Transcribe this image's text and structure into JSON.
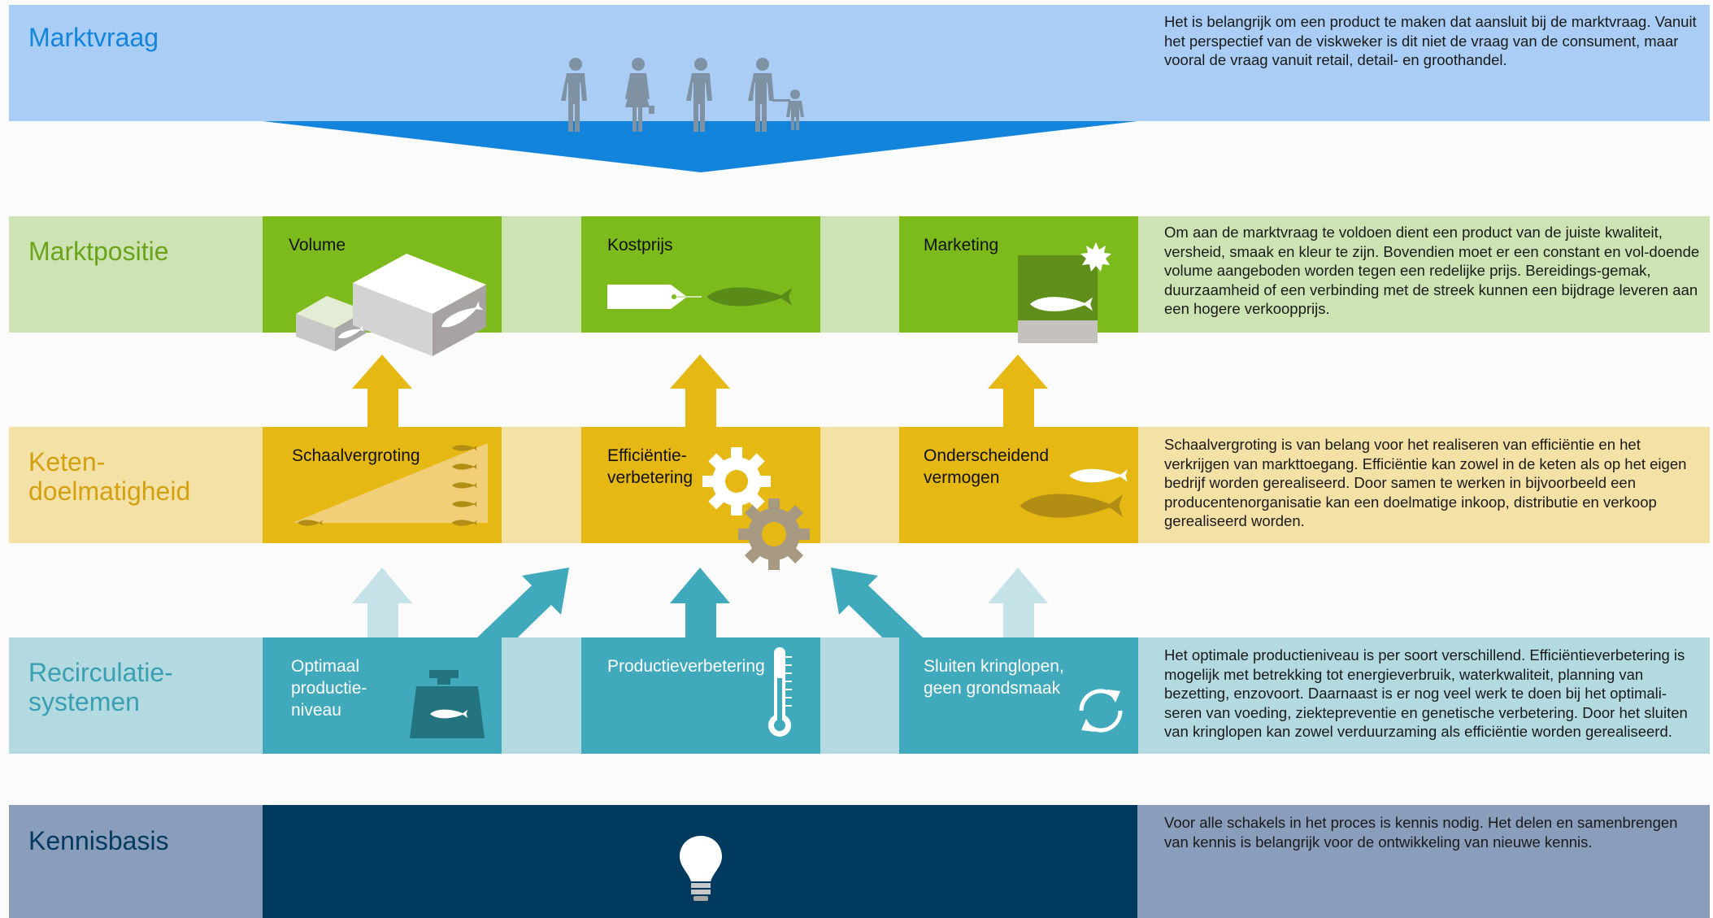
{
  "rows": {
    "marktvraag": {
      "title": "Marktvraag",
      "description": "Het is belangrijk om een product te maken dat aansluit bij de marktvraag. Vanuit het perspectief van de viskweker is dit niet de vraag van de consument, maar vooral de vraag vanuit retail, detail- en groothandel."
    },
    "marktpositie": {
      "title": "Marktpositie",
      "description": "Om aan de marktvraag te voldoen dient een product van de juiste kwaliteit, versheid, smaak en kleur te zijn. Bovendien moet er een constant en vol-doende volume aangeboden worden tegen een redelijke prijs. Bereidings-gemak, duurzaamheid of een verbinding met de streek kunnen een bijdrage leveren aan een hogere verkoopprijs.",
      "boxes": [
        "Volume",
        "Kostprijs",
        "Marketing"
      ]
    },
    "keten": {
      "title": "Keten-\ndoelmatigheid",
      "description": "Schaalvergroting is van belang voor het realiseren van efficiëntie en het verkrijgen van markttoegang. Efficiëntie kan zowel in de keten als op het eigen bedrijf worden gerealiseerd. Door samen te werken in bijvoorbeeld een producentenorganisatie kan een doelmatige inkoop, distributie en verkoop gerealiseerd worden.",
      "boxes": [
        "Schaalvergroting",
        "Efficiëntie-\nverbetering",
        "Onderscheidend\nvermogen"
      ]
    },
    "recirculatie": {
      "title": "Recirculatie-\nsystemen",
      "description": "Het optimale productieniveau is per soort verschillend. Efficiëntieverbetering is mogelijk met betrekking tot energieverbruik, waterkwaliteit, planning van bezetting, enzovoort. Daarnaast is er nog veel werk te doen bij het optimali-seren van voeding, ziektepreventie en genetische verbetering. Door het sluiten van kringlopen kan zowel verduurzaming als efficiëntie worden gerealiseerd.",
      "boxes": [
        "Optimaal\nproductie-\nniveau",
        "Productieverbetering",
        "Sluiten kringlopen,\ngeen grondsmaak"
      ]
    },
    "kennis": {
      "title": "Kennisbasis",
      "description": "Voor alle schakels in het proces is kennis nodig. Het delen en samenbrengen van kennis is belangrijk voor de ontwikkeling van nieuwe kennis."
    }
  },
  "icons": {
    "people": "people-icon",
    "boxes": "boxes-icon",
    "price-tag": "price-tag-icon",
    "fish": "fish-icon",
    "badge": "starburst-icon",
    "gears": "gears-icon",
    "scale-triangle": "scale-triangle-icon",
    "weight": "weight-icon",
    "thermometer": "thermometer-icon",
    "recycle": "recycle-icon",
    "lightbulb": "lightbulb-icon"
  },
  "colors": {
    "blue_band": "#a9cdf4",
    "blue_dark": "#1384dc",
    "green_band": "#cde3b3",
    "green": "#7dba1c",
    "yellow_band": "#f3e1a6",
    "yellow": "#e5b814",
    "teal_band": "#b3d9e1",
    "teal": "#40a9bc",
    "navy_band": "#8a9dbb",
    "navy": "#003b5f"
  }
}
